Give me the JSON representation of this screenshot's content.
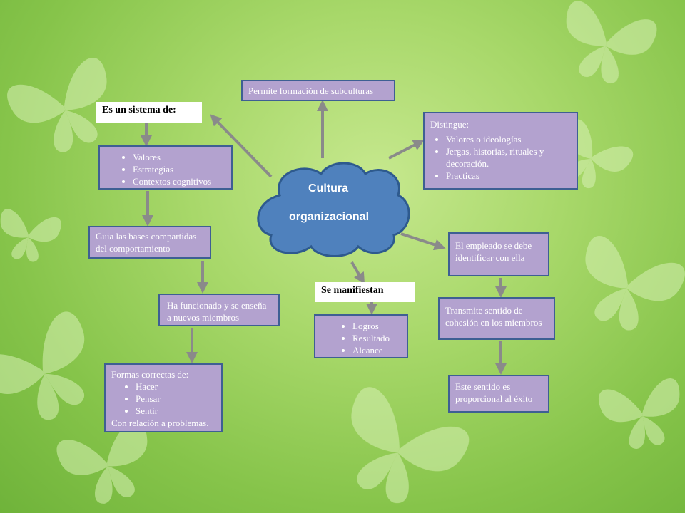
{
  "colors": {
    "box_fill": "#b3a2cf",
    "box_border": "#3e5f93",
    "arrow": "#8a8a8a",
    "cloud_fill": "#4f81bd",
    "cloud_border": "#2e5a8e"
  },
  "center": {
    "line1": "Cultura",
    "line2": "organizacional"
  },
  "top_box": {
    "text": "Permite formación de subculturas"
  },
  "left_label": {
    "text": "Es un sistema de:"
  },
  "left_list": {
    "items": [
      "Valores",
      "Estrategias",
      "Contextos cognitivos"
    ]
  },
  "guia": {
    "text": "Guia las bases compartidas del comportamiento"
  },
  "funcionado": {
    "text": "Ha funcionado y se enseña a nuevos miembros"
  },
  "formas": {
    "heading": "Formas correctas de:",
    "items": [
      "Hacer",
      "Pensar",
      "Sentir"
    ],
    "footer": "Con relación a problemas."
  },
  "distingue": {
    "heading": "Distingue:",
    "items": [
      "Valores o ideologías",
      "Jergas, historias, rituales y decoración.",
      "Practicas"
    ]
  },
  "manifiestan_label": {
    "text": "Se manifiestan"
  },
  "manifiestan_list": {
    "items": [
      "Logros",
      "Resultado",
      "Alcance"
    ]
  },
  "empleado": {
    "text": "El empleado se debe identificar con ella"
  },
  "transmite": {
    "text": "Transmite sentido de cohesión en los miembros"
  },
  "sentido": {
    "text": "Este sentido es proporcional al éxito"
  }
}
